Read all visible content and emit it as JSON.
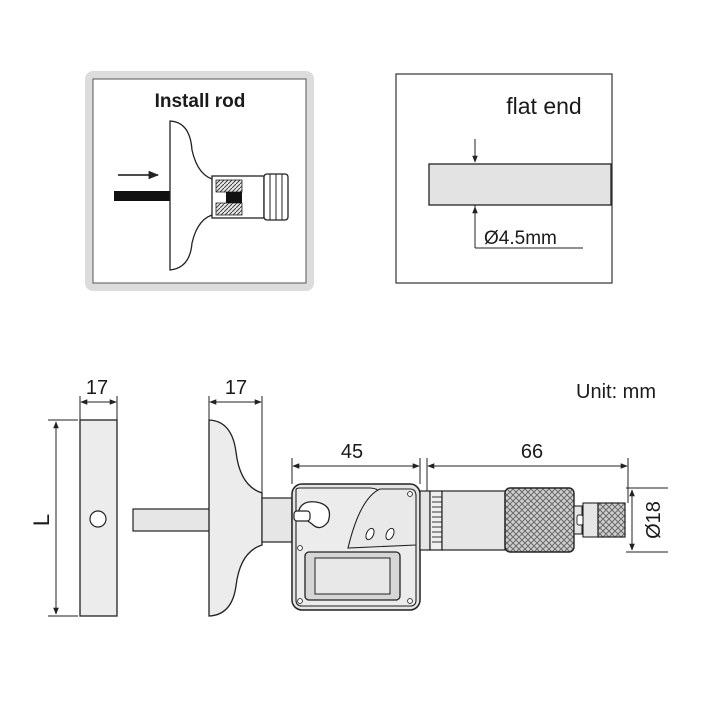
{
  "panel_install": {
    "title": "Install rod"
  },
  "panel_flat": {
    "title": "flat end",
    "diameter": "Ø4.5mm"
  },
  "main": {
    "unit": "Unit: mm",
    "dim_base_width": "17",
    "dim_gauge_base_width": "17",
    "dim_head": "45",
    "dim_sleeve": "66",
    "dim_length": "L",
    "dim_diameter": "Ø18"
  }
}
